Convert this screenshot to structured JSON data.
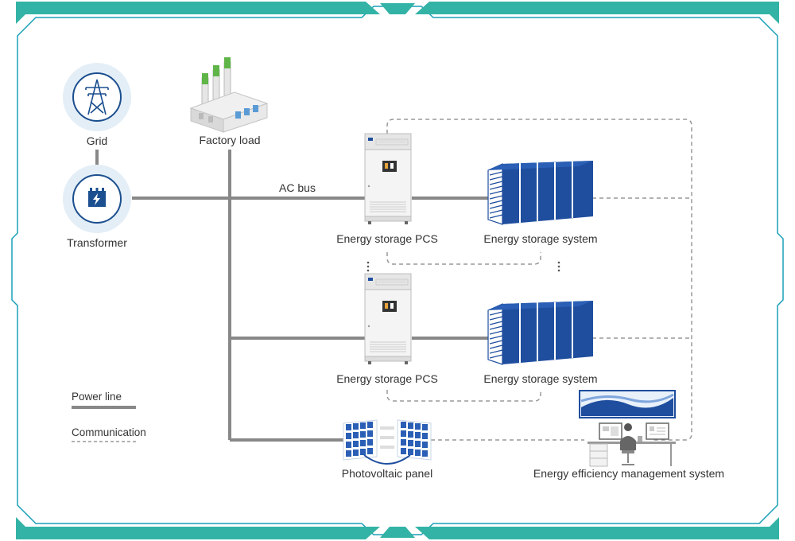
{
  "labels": {
    "grid": "Grid",
    "factory_load": "Factory load",
    "transformer": "Transformer",
    "ac_bus": "AC bus",
    "pcs_1": "Energy storage PCS",
    "ess_1": "Energy storage system",
    "pcs_2": "Energy storage PCS",
    "ess_2": "Energy storage system",
    "photovoltaic": "Photovoltaic panel",
    "ems": "Energy efficiency management system"
  },
  "legend": {
    "power_line": "Power line",
    "communication": "Communication"
  },
  "colors": {
    "frame_teal": "#33b3a6",
    "frame_outline": "#1a9fb8",
    "line_gray": "#888888",
    "battery_blue": "#1f4e9e",
    "icon_circle": "#e4eef6",
    "icon_blue": "#1b4f8f"
  },
  "icons": {
    "grid": "power-tower-icon",
    "transformer": "transformer-icon",
    "factory": "factory-icon",
    "pcs": "pcs-cabinet-icon",
    "battery": "battery-container-icon",
    "pv": "solar-panel-icon",
    "ems": "workstation-icon"
  }
}
